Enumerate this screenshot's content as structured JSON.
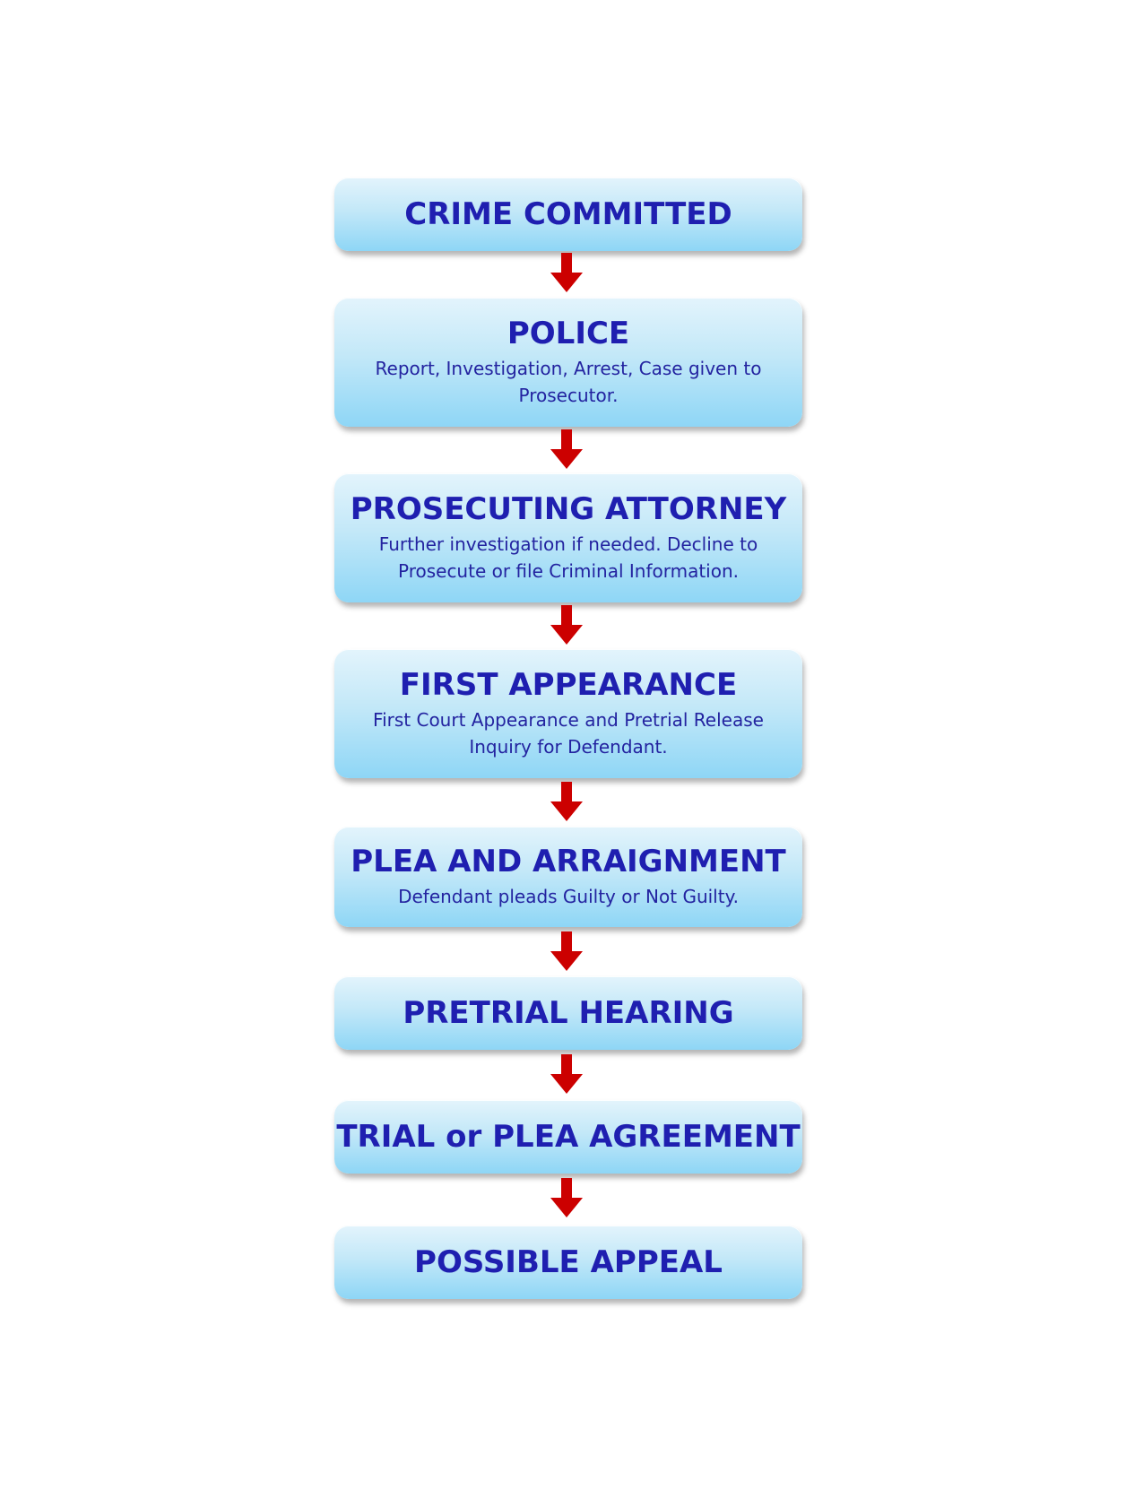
{
  "steps": [
    {
      "title": "CRIME COMMITTED",
      "description": ""
    },
    {
      "title": "POLICE",
      "description": "Report, Investigation, Arrest, Case given to Prosecutor."
    },
    {
      "title": "PROSECUTING ATTORNEY",
      "description": "Further investigation if needed. Decline to Prosecute or file Criminal Information."
    },
    {
      "title": "FIRST APPEARANCE",
      "description": "First Court Appearance and Pretrial Release Inquiry for Defendant."
    },
    {
      "title": "PLEA AND ARRAIGNMENT",
      "description": "Defendant pleads Guilty or Not Guilty."
    },
    {
      "title": "PRETRIAL HEARING",
      "description": ""
    },
    {
      "title": "TRIAL or PLEA AGREEMENT",
      "description": ""
    },
    {
      "title": "POSSIBLE APPEAL",
      "description": ""
    }
  ],
  "colors": {
    "title_text": "#1f1fb0",
    "box_top": "#e3f4fc",
    "box_bottom": "#8ed6f6",
    "arrow": "#cc0000"
  }
}
